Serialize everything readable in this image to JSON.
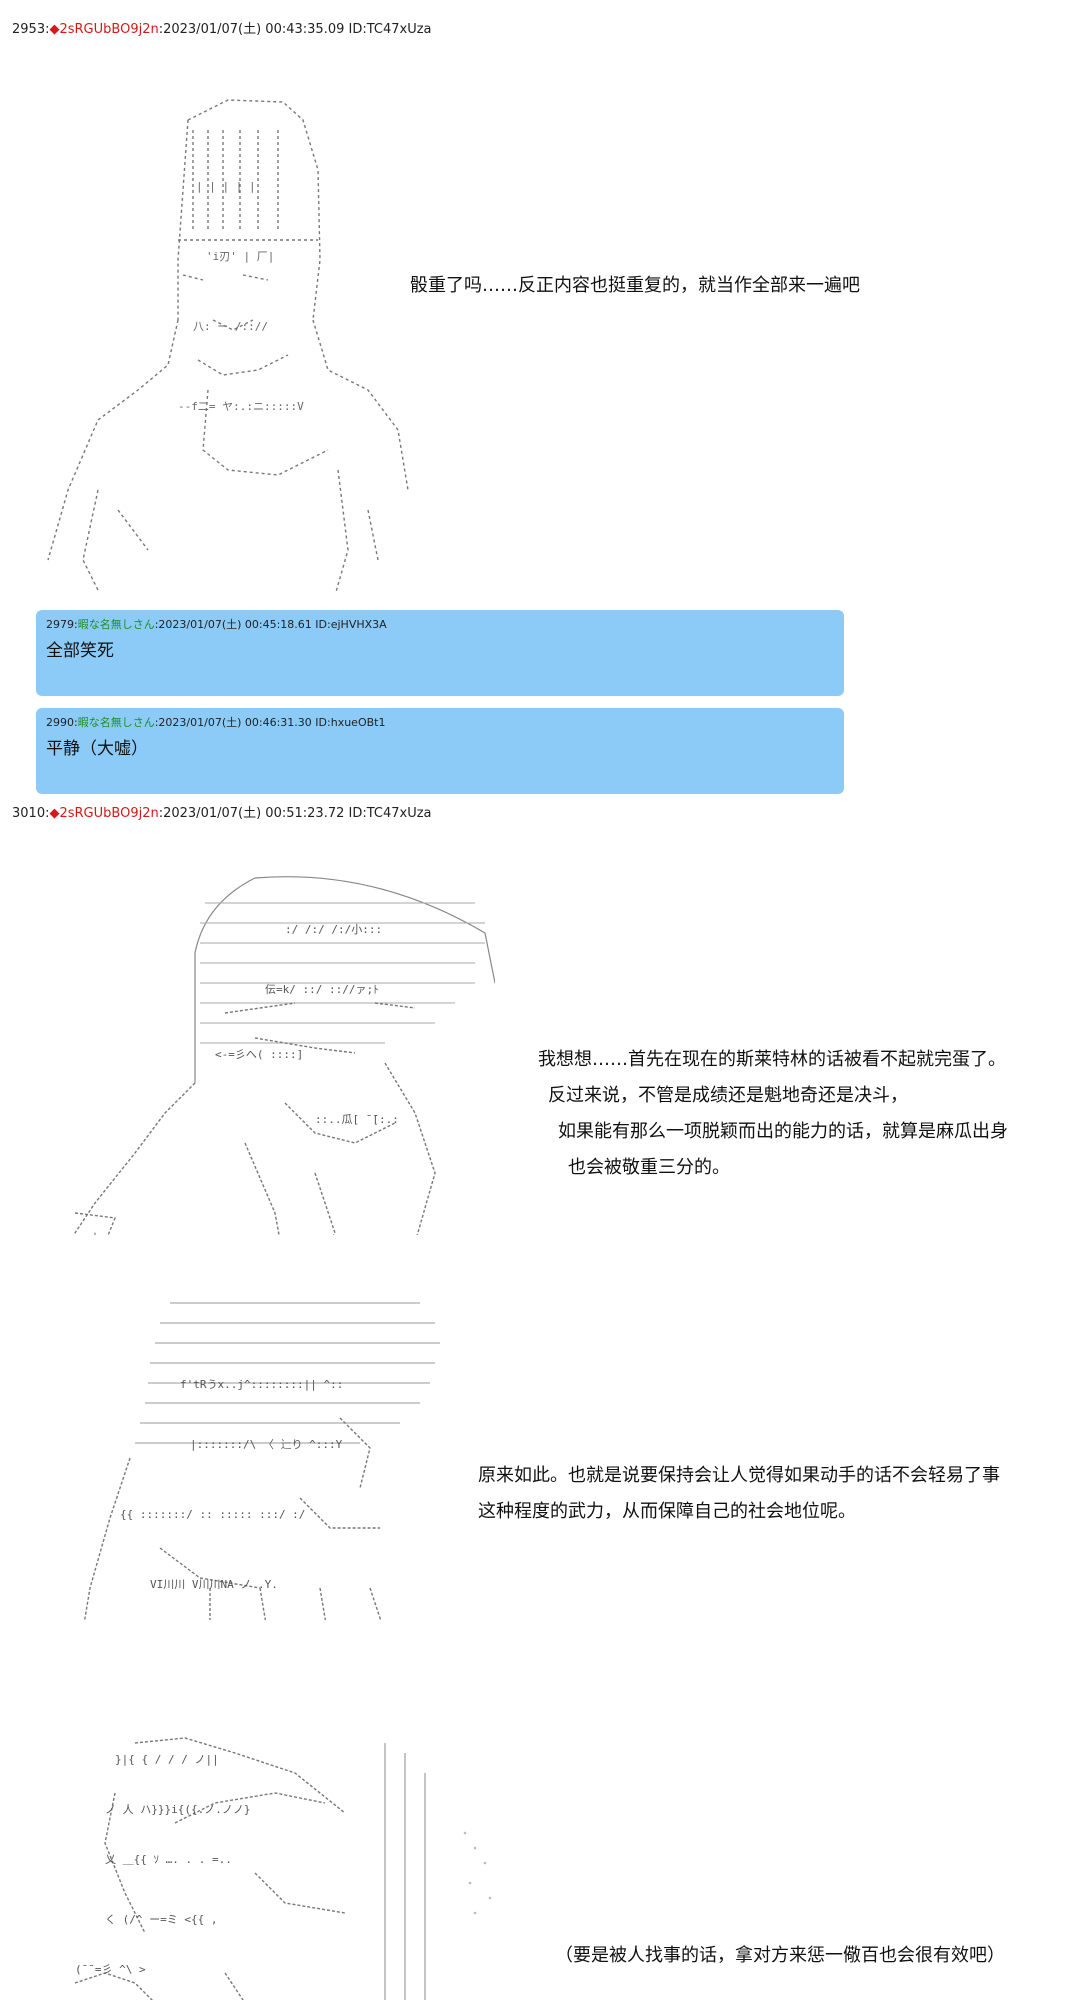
{
  "posts": [
    {
      "number": "2953",
      "colon": ":",
      "diamond": "◆",
      "trip": "2sRGUbBO9j2n",
      "meta": ":2023/01/07(土) 00:43:35.09 ID:TC47xUza",
      "lines": [
        "骰重了吗……反正内容也挺重复的，就当作全部来一遍吧"
      ]
    },
    {
      "number": "3010",
      "colon": ":",
      "diamond": "◆",
      "trip": "2sRGUbBO9j2n",
      "meta": ":2023/01/07(土) 00:51:23.72 ID:TC47xUza",
      "lines": [
        "我想想……首先在现在的斯莱特林的话被看不起就完蛋了。",
        "反过来说，不管是成绩还是魁地奇还是决斗，",
        "如果能有那么一项脱颖而出的能力的话，就算是麻瓜出身",
        "也会被敬重三分的。"
      ]
    }
  ],
  "replies": [
    {
      "number": "2979",
      "name": "暇な名無しさん",
      "meta": ":2023/01/07(土) 00:45:18.61 ID:ejHVHX3A",
      "body": "全部笑死"
    },
    {
      "number": "2990",
      "name": "暇な名無しさん",
      "meta": ":2023/01/07(土) 00:46:31.30 ID:hxueOBt1",
      "body": "平静（大嘘）"
    }
  ],
  "dialog3": [
    "原来如此。也就是说要保持会让人觉得如果动手的话不会轻易了事",
    "这种程度的武力，从而保障自己的社会地位呢。"
  ],
  "dialog4": [
    "（要是被人找事的话，拿对方来惩一儆百也会很有效吧）"
  ],
  "colors": {
    "trip": "#d21a1a",
    "reply_bg": "#8ccbf7",
    "reply_name": "#1b8f2a"
  }
}
